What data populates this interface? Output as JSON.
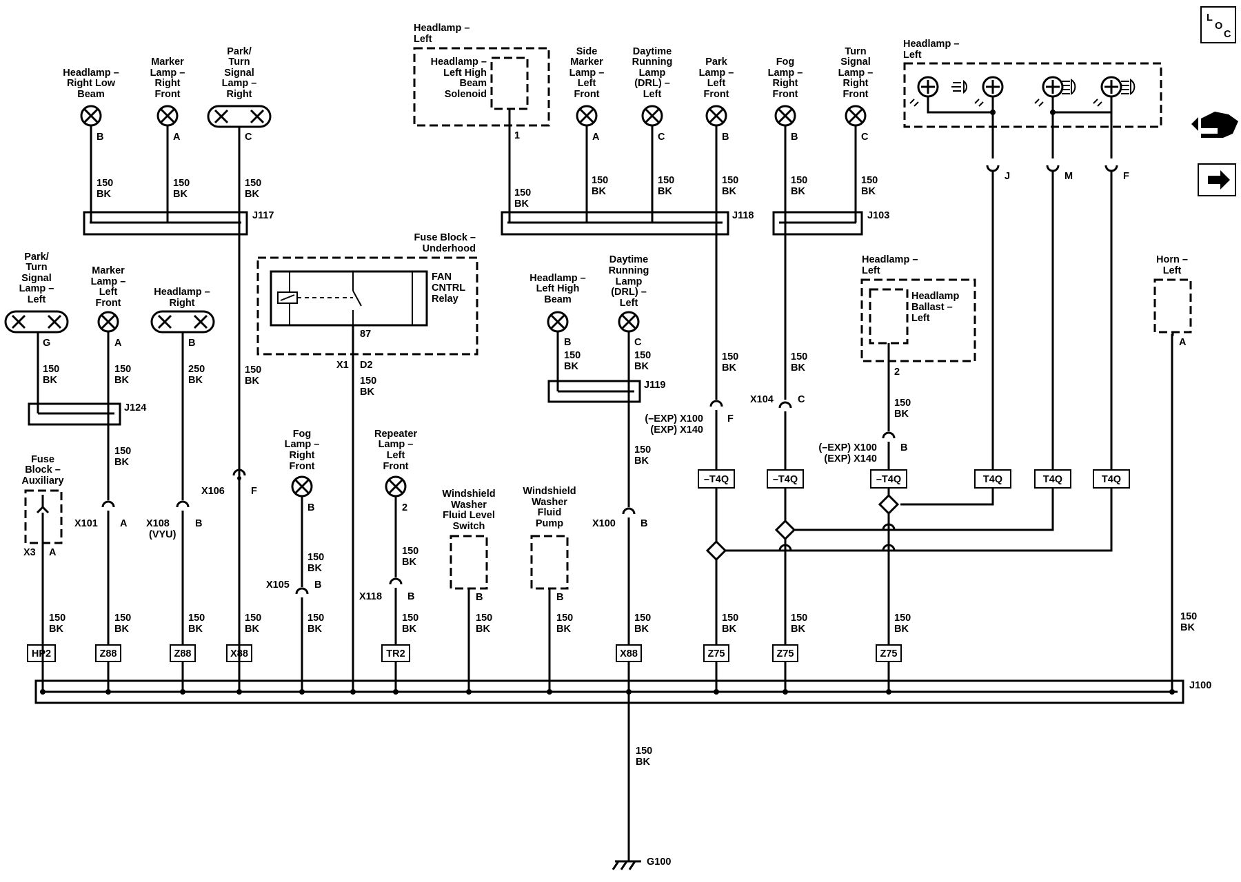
{
  "bus": {
    "name": "J100",
    "ground": "G100",
    "ground_wire": [
      "150",
      "BK"
    ]
  },
  "splices": {
    "J117": "J117",
    "J118": "J118",
    "J103": "J103",
    "J124": "J124",
    "J119": "J119"
  },
  "components": {
    "hl_right_low": [
      "Headlamp –",
      "Right Low",
      "Beam"
    ],
    "marker_rf": [
      "Marker",
      "Lamp –",
      "Right",
      "Front"
    ],
    "park_turn_r": [
      "Park/",
      "Turn",
      "Signal",
      "Lamp –",
      "Right"
    ],
    "park_turn_l": [
      "Park/",
      "Turn",
      "Signal",
      "Lamp –",
      "Left"
    ],
    "marker_lf": [
      "Marker",
      "Lamp –",
      "Left",
      "Front"
    ],
    "hl_right": [
      "Headlamp –",
      "Right"
    ],
    "hl_left_a": [
      "Headlamp –",
      "Left"
    ],
    "hl_left_hb_sol": [
      "Headlamp –",
      "Left High",
      "Beam",
      "Solenoid"
    ],
    "side_marker_lf": [
      "Side",
      "Marker",
      "Lamp –",
      "Left",
      "Front"
    ],
    "drl_left_a": [
      "Daytime",
      "Running",
      "Lamp",
      "(DRL) –",
      "Left"
    ],
    "park_lf": [
      "Park",
      "Lamp –",
      "Left",
      "Front"
    ],
    "fog_rf_top": [
      "Fog",
      "Lamp –",
      "Right",
      "Front"
    ],
    "turn_rf": [
      "Turn",
      "Signal",
      "Lamp –",
      "Right",
      "Front"
    ],
    "hl_left_b": [
      "Headlamp –",
      "Left"
    ],
    "fuse_underhood": [
      "Fuse Block –",
      "Underhood"
    ],
    "fan_relay": [
      "FAN",
      "CNTRL",
      "Relay"
    ],
    "hl_left_hb": [
      "Headlamp –",
      "Left High",
      "Beam"
    ],
    "drl_left_b": [
      "Daytime",
      "Running",
      "Lamp",
      "(DRL) –",
      "Left"
    ],
    "hl_left_c": [
      "Headlamp –",
      "Left"
    ],
    "ballast": [
      "Headlamp",
      "Ballast –",
      "Left"
    ],
    "horn_left": [
      "Horn –",
      "Left"
    ],
    "fuse_aux": [
      "Fuse",
      "Block –",
      "Auxiliary"
    ],
    "fog_rf": [
      "Fog",
      "Lamp –",
      "Right",
      "Front"
    ],
    "repeater_lf": [
      "Repeater",
      "Lamp –",
      "Left",
      "Front"
    ],
    "ws_level": [
      "Windshield",
      "Washer",
      "Fluid Level",
      "Switch"
    ],
    "ws_pump": [
      "Windshield",
      "Washer",
      "Fluid",
      "Pump"
    ]
  },
  "pins": {
    "B": "B",
    "A": "A",
    "C": "C",
    "G": "G",
    "F": "F",
    "J": "J",
    "M": "M",
    "p1": "1",
    "p2": "2",
    "p87": "87"
  },
  "wire": {
    "gauge_150": "150",
    "gauge_250": "250",
    "color": "BK"
  },
  "connectors": {
    "X1": "X1",
    "D2": "D2",
    "X100": "X100",
    "X101": "X101",
    "X105": "X105",
    "X106": "X106",
    "X108": "X108",
    "VYU": "(VYU)",
    "X118": "X118",
    "X104": "X104",
    "X3": "X3",
    "exp_x100": "(–EXP) X100",
    "exp_x140": "(EXP) X140"
  },
  "options": {
    "neg_t4q": "–T4Q",
    "t4q": "T4Q"
  },
  "grounds": {
    "HP2": "HP2",
    "Z88": "Z88",
    "X88": "X88",
    "TR2": "TR2",
    "Z75": "Z75"
  },
  "nav": {
    "loc_L": "L",
    "loc_O": "O",
    "loc_C": "C"
  }
}
